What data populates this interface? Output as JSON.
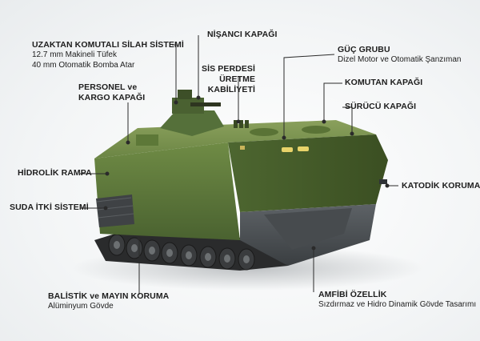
{
  "labels": {
    "remote_weapon": {
      "title": "UZAKTAN KOMUTALI SİLAH SİSTEMİ",
      "line1": "12.7 mm Makineli Tüfek",
      "line2": "40 mm Otomatik Bomba Atar"
    },
    "gunner_hatch": {
      "title": "NİŞANCI KAPAĞI"
    },
    "power_pack": {
      "title": "GÜÇ GRUBU",
      "line1": "Dizel Motor ve Otomatik Şanzıman"
    },
    "personnel_hatch": {
      "line1": "PERSONEL ve",
      "line2": "KARGO KAPAĞI"
    },
    "smoke_screen": {
      "line1": "SİS PERDESİ",
      "line2": "ÜRETME",
      "line3": "KABİLİYETİ"
    },
    "commander_hatch": {
      "title": "KOMUTAN KAPAĞI"
    },
    "driver_hatch": {
      "title": "SÜRÜCÜ KAPAĞI"
    },
    "hydraulic_ramp": {
      "title": "HİDROLİK RAMPA"
    },
    "cathodic": {
      "title": "KATODİK KORUMA"
    },
    "water_propulsion": {
      "title": "SUDA İTKİ SİSTEMİ"
    },
    "ballistic": {
      "title": "BALİSTİK ve MAYIN KORUMA",
      "line1": "Alüminyum Gövde"
    },
    "amphibious": {
      "title": "AMFİBİ ÖZELLİK",
      "line1": "Sızdırmaz ve Hidro Dinamik Gövde Tasarımı"
    }
  },
  "colors": {
    "hull_green": "#5e7a3a",
    "hull_dark": "#3f5426",
    "lower_gray": "#505559",
    "track": "#2a2b2c",
    "leader": "#2b2b2b"
  }
}
